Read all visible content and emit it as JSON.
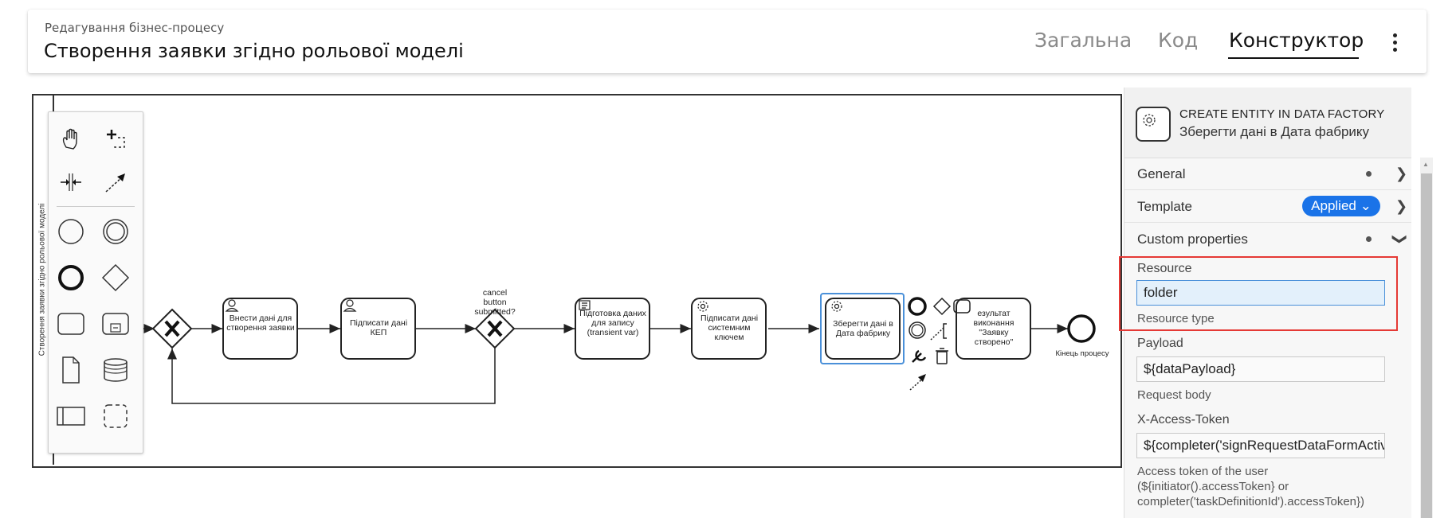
{
  "header": {
    "subtitle": "Редагування бізнес-процесу",
    "title": "Створення заявки згідно рольової моделі",
    "tabs": [
      {
        "label": "Загальна",
        "active": false
      },
      {
        "label": "Код",
        "active": false
      },
      {
        "label": "Конструктор",
        "active": true
      }
    ]
  },
  "diagram": {
    "pool_label": "Створення заявки згідно рольової моделі",
    "gateway_label": "cancel button submitted?",
    "tasks": [
      {
        "label": "Внести дані для створення заявки",
        "kind": "user"
      },
      {
        "label": "Підписати дані КЕП",
        "kind": "user"
      },
      {
        "label": "Підготовка даних для запису (transient var)",
        "kind": "script"
      },
      {
        "label": "Підписати дані системним ключем",
        "kind": "service"
      },
      {
        "label": "Зберегти дані в Дата фабрику",
        "kind": "service"
      },
      {
        "label": "езультат виконання \"Заявку створено\"",
        "kind": "plain"
      }
    ],
    "end_event_label": "Кінець процесу"
  },
  "palette": {
    "tools": [
      "hand-tool",
      "lasso-tool",
      "space-tool",
      "connect-tool",
      "start-event",
      "intermediate-event",
      "end-event",
      "gateway",
      "task",
      "subprocess",
      "data-object",
      "data-store",
      "pool",
      "group"
    ]
  },
  "properties": {
    "element_type": "CREATE ENTITY IN DATA FACTORY",
    "element_name": "Зберегти дані в Дата фабрику",
    "sections": {
      "general": "General",
      "template": "Template",
      "template_badge": "Applied",
      "custom": "Custom properties"
    },
    "fields": {
      "resource_label": "Resource",
      "resource_value": "folder",
      "resource_desc": "Resource type",
      "payload_label": "Payload",
      "payload_value": "${dataPayload}",
      "payload_desc": "Request body",
      "token_label": "X-Access-Token",
      "token_value": "${completer('signRequestDataFormActivity').accessToken}",
      "token_desc_1": "Access token of the user",
      "token_desc_2": "(${initiator().accessToken} or",
      "token_desc_3": "completer('taskDefinitionId').accessToken})"
    }
  },
  "colors": {
    "accent": "#1a73e8",
    "highlight_border": "#e53935",
    "selected_task": "#4a90d9"
  }
}
